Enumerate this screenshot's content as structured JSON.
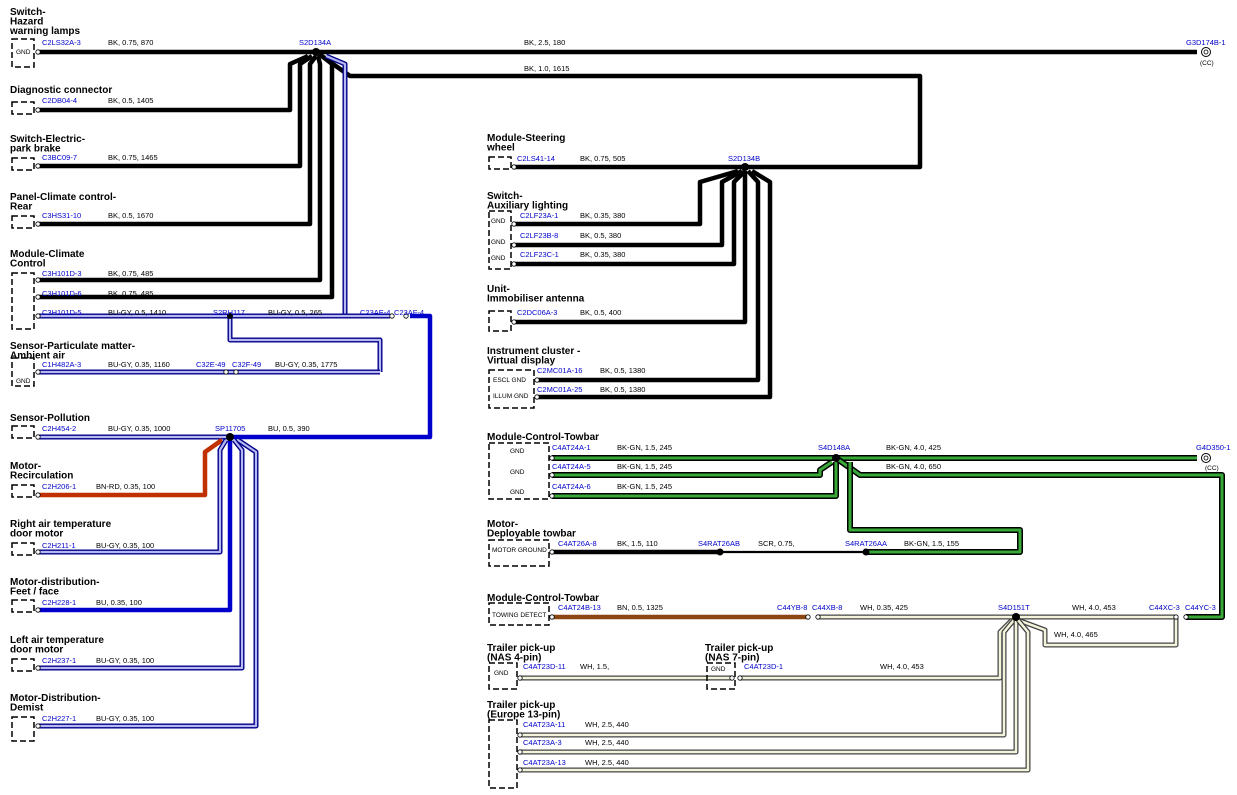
{
  "colors": {
    "BK": "#000000",
    "BU": "#0000cc",
    "BU-GY": "#2a2acc",
    "BK-GN": "#1e6b1e",
    "BN": "#8b4513",
    "BN-RD": "#c03000",
    "WH": "#f4f4dc",
    "SCR": "#000000",
    "connector_text": "#0000cc"
  },
  "components": [
    {
      "id": "hazard",
      "title": [
        "Switch-",
        "Hazard",
        "warning lamps"
      ]
    },
    {
      "id": "diag",
      "title": [
        "Diagnostic connector"
      ]
    },
    {
      "id": "epb",
      "title": [
        "Switch-Electric-",
        "park brake"
      ]
    },
    {
      "id": "climrear",
      "title": [
        "Panel-Climate control-",
        "Rear"
      ]
    },
    {
      "id": "climctl",
      "title": [
        "Module-Climate",
        "Control"
      ]
    },
    {
      "id": "pm",
      "title": [
        "Sensor-Particulate matter-",
        "Ambient air"
      ]
    },
    {
      "id": "poll",
      "title": [
        "Sensor-Pollution"
      ]
    },
    {
      "id": "recirc",
      "title": [
        "Motor-",
        "Recirculation"
      ]
    },
    {
      "id": "rightair",
      "title": [
        "Right air temperature",
        "door motor"
      ]
    },
    {
      "id": "distfeet",
      "title": [
        "Motor-distribution-",
        "Feet / face"
      ]
    },
    {
      "id": "leftair",
      "title": [
        "Left air temperature",
        "door motor"
      ]
    },
    {
      "id": "demist",
      "title": [
        "Motor-Distribution-",
        "Demist"
      ]
    },
    {
      "id": "steer",
      "title": [
        "Module-Steering",
        "wheel"
      ]
    },
    {
      "id": "auxlight",
      "title": [
        "Switch-",
        "Auxiliary lighting"
      ]
    },
    {
      "id": "immob",
      "title": [
        "Unit-",
        "Immobiliser antenna"
      ]
    },
    {
      "id": "cluster",
      "title": [
        "Instrument cluster -",
        "Virtual display"
      ]
    },
    {
      "id": "towbar1",
      "title": [
        "Module-Control-Towbar"
      ]
    },
    {
      "id": "deptow",
      "title": [
        "Motor-",
        "Deployable towbar"
      ]
    },
    {
      "id": "towbar2",
      "title": [
        "Module-Control-Towbar"
      ]
    },
    {
      "id": "nas4",
      "title": [
        "Trailer pick-up",
        "(NAS 4-pin)"
      ]
    },
    {
      "id": "nas7",
      "title": [
        "Trailer pick-up",
        "(NAS 7-pin)"
      ]
    },
    {
      "id": "eu13",
      "title": [
        "Trailer pick-up",
        "(Europe 13-pin)"
      ]
    }
  ],
  "box_labels": [
    "GND",
    "ESCL GND",
    "ILLUM GND",
    "MOTOR GROUND",
    "TOWING DETECT"
  ],
  "splices": [
    "S2D134A",
    "S2D134B",
    "S2RH117",
    "SP11705",
    "S4D148A",
    "S4RAT26AB",
    "S4RAT26AA",
    "S4D151T"
  ],
  "inline_connectors": [
    "C23AE-4",
    "C23AF-4",
    "C32E-49",
    "C32F-49",
    "C44YB-8",
    "C44XB-8",
    "C44XC-3",
    "C44YC-3"
  ],
  "grounds": [
    {
      "id": "G3D174B-1",
      "label": "(CC)"
    },
    {
      "id": "G4D350-1",
      "label": "(CC)"
    }
  ],
  "wires": [
    {
      "from": "C2LS32A-3",
      "spec": "BK,  0.75,  870",
      "color": "BK"
    },
    {
      "from": "S2D134A",
      "to": "G3D174B-1",
      "spec": "BK,  2.5,  180",
      "color": "BK"
    },
    {
      "from": "S2D134A",
      "to": "S2D134B",
      "spec": "BK,  1.0,  1615",
      "color": "BK"
    },
    {
      "from": "C2DB04-4",
      "spec": "BK,  0.5,  1405",
      "color": "BK"
    },
    {
      "from": "C3BC09-7",
      "spec": "BK,  0.75,  1465",
      "color": "BK"
    },
    {
      "from": "C3HS31-10",
      "spec": "BK,  0.5,  1670",
      "color": "BK"
    },
    {
      "from": "C3H101D-3",
      "spec": "BK,  0.75,  485",
      "color": "BK"
    },
    {
      "from": "C3H101D-6",
      "spec": "BK,  0.75,  485",
      "color": "BK"
    },
    {
      "from": "C3H101D-5",
      "spec": "BU-GY,  0.5,  1410",
      "color": "BU-GY"
    },
    {
      "from": "S2RH117",
      "spec": "BU-GY,  0.5,  265",
      "color": "BU-GY"
    },
    {
      "from": "C1H482A-3",
      "spec": "BU-GY,  0.35,  1160",
      "color": "BU-GY"
    },
    {
      "from": "C32F-49",
      "spec": "BU-GY,  0.35,  1775",
      "color": "BU-GY"
    },
    {
      "from": "C2H454-2",
      "spec": "BU-GY,  0.35,  1000",
      "color": "BU-GY"
    },
    {
      "from": "SP11705",
      "spec": "BU,  0.5,  390",
      "color": "BU"
    },
    {
      "from": "C2H206-1",
      "spec": "BN-RD,  0.35,  100",
      "color": "BN-RD"
    },
    {
      "from": "C2H211-1",
      "spec": "BU-GY,  0.35,  100",
      "color": "BU-GY"
    },
    {
      "from": "C2H228-1",
      "spec": "BU,  0.35,  100",
      "color": "BU"
    },
    {
      "from": "C2H237-1",
      "spec": "BU-GY,  0.35,  100",
      "color": "BU-GY"
    },
    {
      "from": "C2H227-1",
      "spec": "BU-GY,  0.35,  100",
      "color": "BU-GY"
    },
    {
      "from": "C2LS41-14",
      "spec": "BK,  0.75,  505",
      "color": "BK"
    },
    {
      "from": "C2LF23A-1",
      "spec": "BK,  0.35,  380",
      "color": "BK"
    },
    {
      "from": "C2LF23B-8",
      "spec": "BK,  0.5,  380",
      "color": "BK"
    },
    {
      "from": "C2LF23C-1",
      "spec": "BK,  0.35,  380",
      "color": "BK"
    },
    {
      "from": "C2DC06A-3",
      "spec": "BK,  0.5,  400",
      "color": "BK"
    },
    {
      "from": "C2MC01A-16",
      "spec": "BK,  0.5,  1380",
      "color": "BK"
    },
    {
      "from": "C2MC01A-25",
      "spec": "BK,  0.5,  1380",
      "color": "BK"
    },
    {
      "from": "C4AT24A-1",
      "spec": "BK-GN,  1.5,  245",
      "color": "BK-GN"
    },
    {
      "from": "C4AT24A-5",
      "spec": "BK-GN,  1.5,  245",
      "color": "BK-GN"
    },
    {
      "from": "C4AT24A-6",
      "spec": "BK-GN,  1.5,  245",
      "color": "BK-GN"
    },
    {
      "from": "S4D148A",
      "to": "G4D350-1",
      "spec": "BK-GN,  4.0,  425",
      "color": "BK-GN"
    },
    {
      "from": "S4D148A",
      "spec": "BK-GN,  4.0,  650",
      "color": "BK-GN"
    },
    {
      "from": "C4AT26A-8",
      "spec": "BK,  1.5,  110",
      "color": "BK"
    },
    {
      "from": "S4RAT26AB",
      "spec": "SCR,  0.75,",
      "color": "SCR"
    },
    {
      "from": "S4RAT26AA",
      "spec": "BK-GN,  1.5,  155",
      "color": "BK-GN"
    },
    {
      "from": "C4AT24B-13",
      "spec": "BN,  0.5,  1325",
      "color": "BN"
    },
    {
      "from": "C44XB-8",
      "spec": "WH,  0.35,  425",
      "color": "WH"
    },
    {
      "from": "S4D151T",
      "spec": "WH,  4.0,  453",
      "color": "WH"
    },
    {
      "from": "S4D151T",
      "spec": "WH,  4.0,  465",
      "color": "WH"
    },
    {
      "from": "C4AT23D-11",
      "spec": "WH,  1.5,",
      "color": "WH"
    },
    {
      "from": "C4AT23D-1",
      "spec": "WH,  4.0,  453",
      "color": "WH"
    },
    {
      "from": "C4AT23A-11",
      "spec": "WH,  2.5,  440",
      "color": "WH"
    },
    {
      "from": "C4AT23A-3",
      "spec": "WH,  2.5,  440",
      "color": "WH"
    },
    {
      "from": "C4AT23A-13",
      "spec": "WH,  2.5,  440",
      "color": "WH"
    }
  ]
}
